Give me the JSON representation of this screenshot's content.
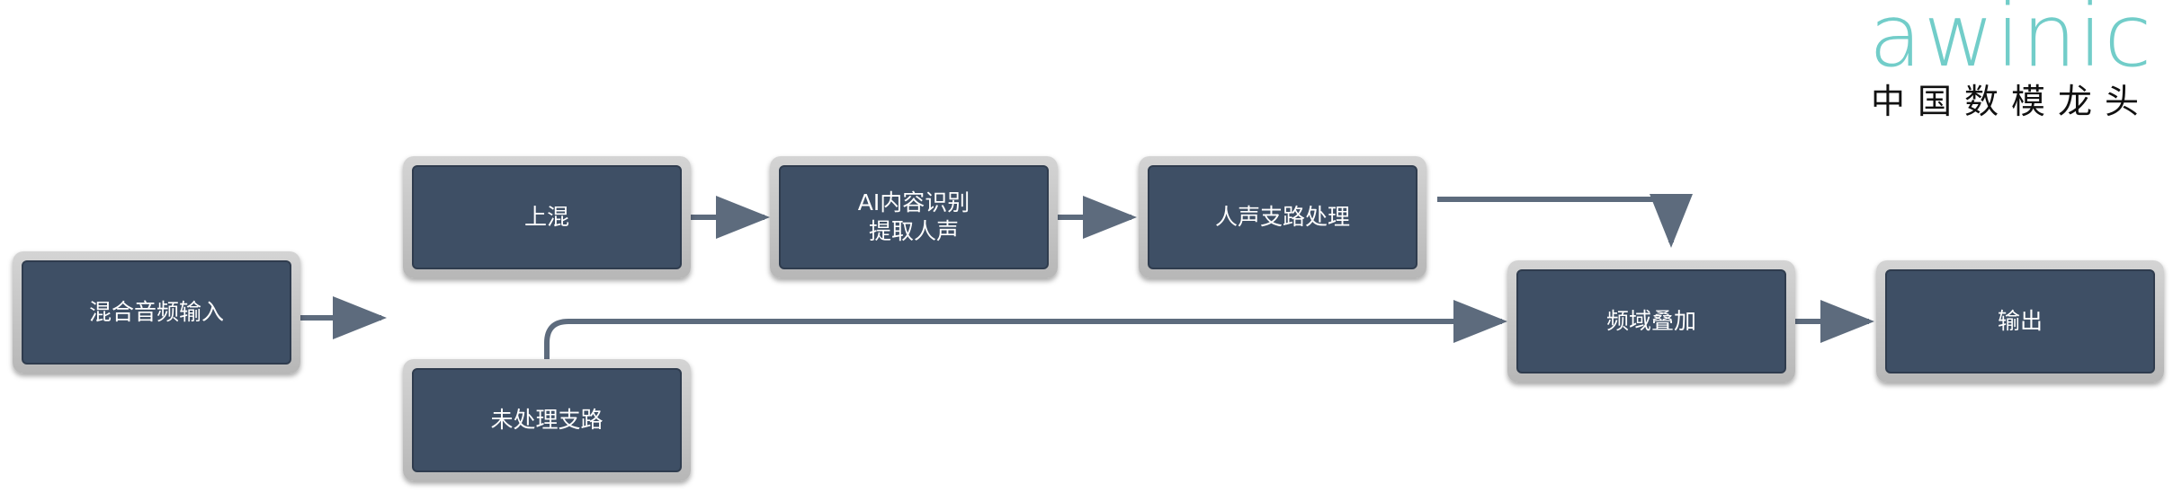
{
  "logo": {
    "wordmark": "awinic",
    "tagline": "中国数模龙头",
    "wordmark_color": "#72cdc9"
  },
  "colors": {
    "node_fill": "#3e4f65",
    "node_frame": "#c6c6c6",
    "connector": "#5d6b7d"
  },
  "nodes": {
    "mixed_input": "混合音频输入",
    "upmix": "上混",
    "ai_extract": "AI内容识别\n提取人声",
    "vocal_process": "人声支路处理",
    "unprocessed": "未处理支路",
    "freq_overlay": "频域叠加",
    "output": "输出"
  }
}
